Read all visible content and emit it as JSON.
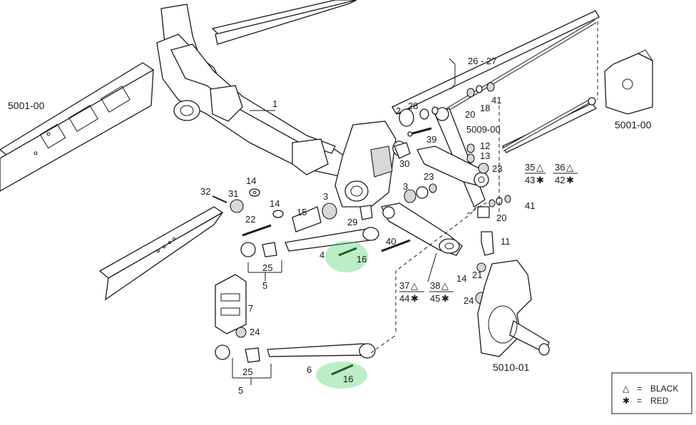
{
  "labels": {
    "l1": "1",
    "l2": "2",
    "l3a": "3",
    "l3b": "3",
    "l4": "4",
    "l5a": "5",
    "l5b": "5",
    "l6": "6",
    "l7": "7",
    "l11": "11",
    "l12": "12",
    "l13": "13",
    "l14a": "14",
    "l14b": "14",
    "l14c": "14",
    "l15": "15",
    "l16a": "16",
    "l16b": "16",
    "l18": "18",
    "l20a": "20",
    "l20b": "20",
    "l21": "21",
    "l22": "22",
    "l23a": "23",
    "l23b": "23",
    "l24a": "24",
    "l24b": "24",
    "l25a": "25",
    "l25b": "25",
    "l26": "26 - 27",
    "l28": "28",
    "l29": "29",
    "l30": "30",
    "l31": "31",
    "l32": "32",
    "l39": "39",
    "l40": "40",
    "l41a": "41",
    "l41b": "41",
    "l35": "35",
    "l36": "36",
    "l37": "37",
    "l38": "38",
    "l42": "42",
    "l43": "43",
    "l44": "44",
    "l45": "45",
    "ref5001a": "5001-00",
    "ref5001b": "5001-00",
    "ref5009": "5009-00",
    "ref5010": "5010-01"
  },
  "legend": {
    "triangle_symbol": "△",
    "star_symbol": "✱",
    "equals": "=",
    "black": "BLACK",
    "red": "RED"
  },
  "highlight_color": "#3ccf5a"
}
